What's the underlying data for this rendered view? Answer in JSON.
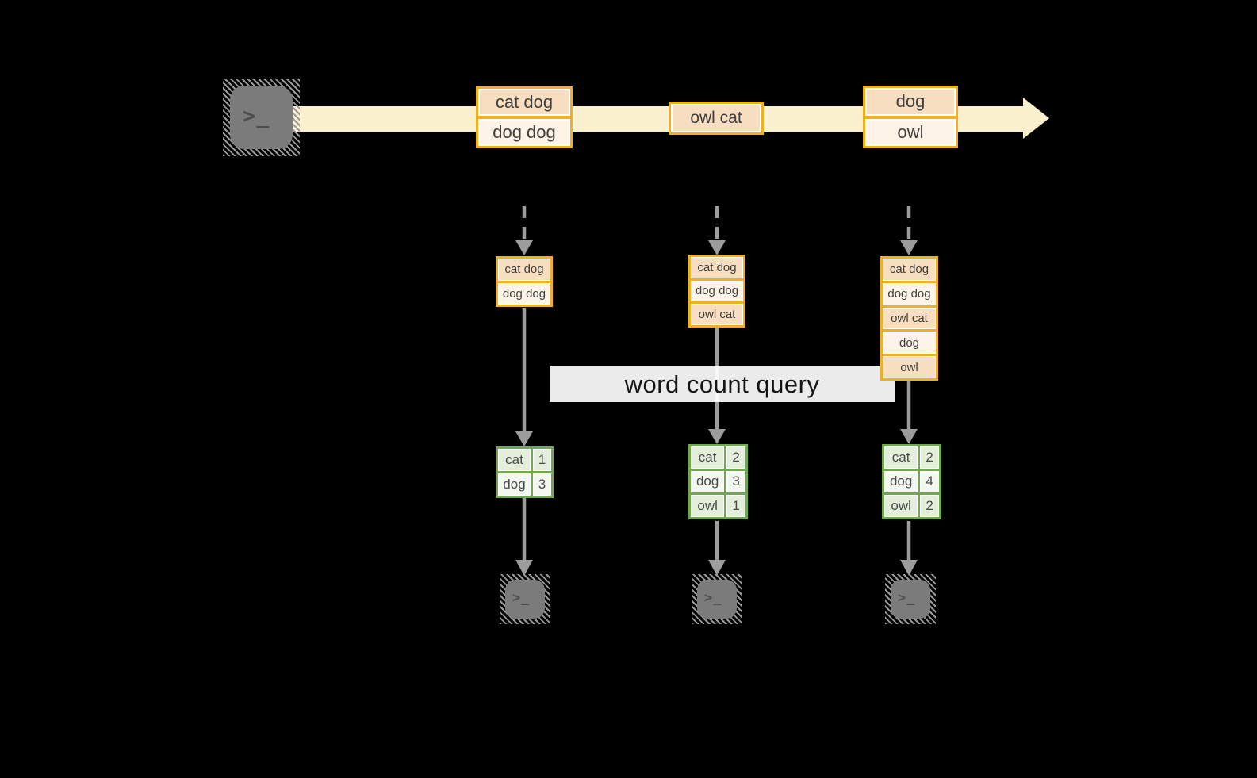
{
  "query_label": "word count query",
  "terminal_glyph": ">_",
  "stream": {
    "events": [
      {
        "cells": [
          "cat dog",
          "dog dog"
        ]
      },
      {
        "cells": [
          "owl cat"
        ]
      },
      {
        "cells": [
          "dog",
          "owl"
        ]
      }
    ]
  },
  "pipelines": [
    {
      "buffer": [
        "cat dog",
        "dog dog"
      ],
      "counts": [
        {
          "word": "cat",
          "count": "1"
        },
        {
          "word": "dog",
          "count": "3"
        }
      ]
    },
    {
      "buffer": [
        "cat dog",
        "dog dog",
        "owl cat"
      ],
      "counts": [
        {
          "word": "cat",
          "count": "2"
        },
        {
          "word": "dog",
          "count": "3"
        },
        {
          "word": "owl",
          "count": "1"
        }
      ]
    },
    {
      "buffer": [
        "cat dog",
        "dog dog",
        "owl cat",
        "dog",
        "owl"
      ],
      "counts": [
        {
          "word": "cat",
          "count": "2"
        },
        {
          "word": "dog",
          "count": "4"
        },
        {
          "word": "owl",
          "count": "2"
        }
      ]
    }
  ],
  "colors": {
    "background": "#000000",
    "stream_band": "#FCF1CF",
    "amber_border": "#F2B01E",
    "cell_dark": "#F8DEC0",
    "cell_light": "#FDF3E6",
    "green_border": "#6FA84F",
    "green_cell_dark": "#E3EEDB",
    "green_cell_light": "#F2F8EF",
    "arrow_gray": "#9C9C9C",
    "terminal_gray": "#7B7B7B"
  }
}
